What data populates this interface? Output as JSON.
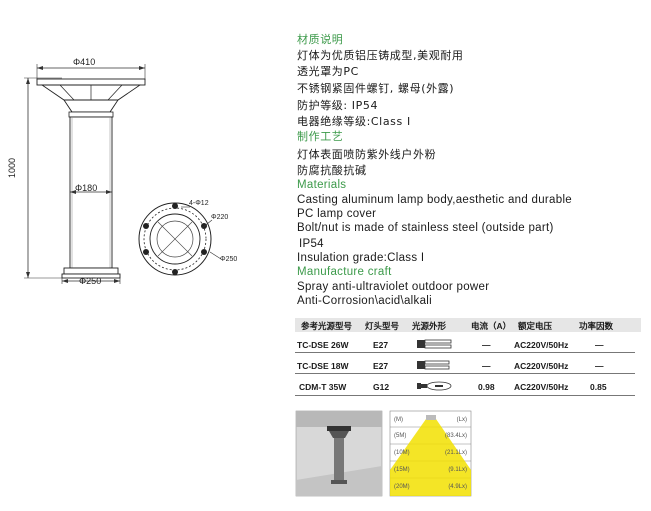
{
  "drawing": {
    "dim_top": "Φ410",
    "dim_height": "1000",
    "dim_pole": "Φ180",
    "dim_base": "Φ250",
    "dim_hole": "4-Φ12",
    "dim_220": "Φ220",
    "dim_250": "Φ250"
  },
  "specs": {
    "material_heading_cn": "材质说明",
    "material_lines_cn": [
      "灯体为优质铝压铸成型,美观耐用",
      "透光罩为PC",
      "不锈钢紧固件螺钉, 螺母(外露)",
      "防护等级: IP54",
      "电器绝缘等级:Class Ⅰ"
    ],
    "craft_heading_cn": "制作工艺",
    "craft_lines_cn": [
      "灯体表面喷防紫外线户外粉",
      "防腐抗酸抗碱"
    ],
    "material_heading_en": "Materials",
    "material_lines_en": [
      "Casting aluminum lamp body,aesthetic and durable",
      "PC lamp cover",
      "Bolt/nut is made of stainless steel (outside part)",
      "IP54",
      "Insulation grade:Class I"
    ],
    "craft_heading_en": "Manufacture craft",
    "craft_lines_en": [
      "Spray anti-ultraviolet outdoor power",
      "Anti-Corrosion\\acid\\alkali"
    ]
  },
  "table": {
    "headers": [
      "参考光源型号",
      "灯头型号",
      "光源外形",
      "电流（A）",
      "额定电压",
      "功率因数"
    ],
    "rows": [
      {
        "model": "TC-DSE 26W",
        "base": "E27",
        "current": "—",
        "voltage": "AC220V/50Hz",
        "pf": "—",
        "lamp_icon": "twin-tube-lamp-icon"
      },
      {
        "model": "TC-DSE 18W",
        "base": "E27",
        "current": "—",
        "voltage": "AC220V/50Hz",
        "pf": "—",
        "lamp_icon": "twin-tube-lamp-icon"
      },
      {
        "model": "CDM-T 35W",
        "base": "G12",
        "current": "0.98",
        "voltage": "AC220V/50Hz",
        "pf": "0.85",
        "lamp_icon": "metal-halide-lamp-icon"
      }
    ]
  },
  "light_chart": {
    "rows": [
      {
        "dist": "(M)",
        "lux": "(Lx)"
      },
      {
        "dist": "(5M)",
        "lux": "(83.4Lx)"
      },
      {
        "dist": "(10M)",
        "lux": "(21.1Lx)"
      },
      {
        "dist": "(15M)",
        "lux": "(9.1Lx)"
      },
      {
        "dist": "(20M)",
        "lux": "(4.9Lx)"
      }
    ],
    "beam_color": "#f2e000"
  }
}
